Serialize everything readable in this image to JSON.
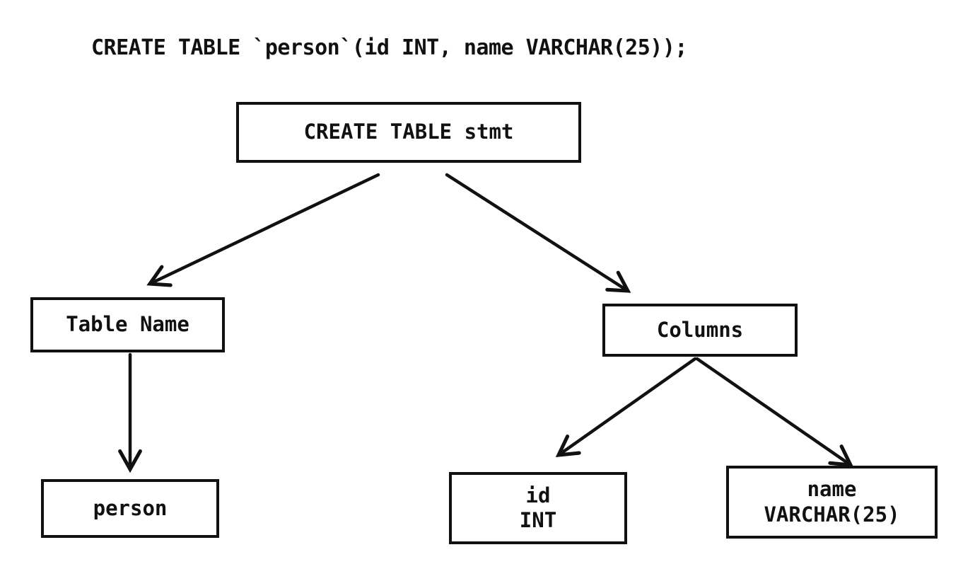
{
  "page": {
    "background_color": "#ffffff",
    "stroke_color": "#111111",
    "text_color": "#111111"
  },
  "header": {
    "sql_statement": "CREATE TABLE `person`(id INT, name VARCHAR(25));"
  },
  "diagram": {
    "type": "parse-tree",
    "nodes": [
      {
        "id": "create-table-stmt",
        "label": "CREATE TABLE stmt"
      },
      {
        "id": "table-name",
        "label": "Table Name"
      },
      {
        "id": "columns",
        "label": "Columns"
      },
      {
        "id": "person",
        "label": "person"
      },
      {
        "id": "id-int",
        "label": "id\nINT"
      },
      {
        "id": "name-varchar",
        "label": "name\nVARCHAR(25)"
      }
    ],
    "edges": [
      {
        "from": "create-table-stmt",
        "to": "table-name"
      },
      {
        "from": "create-table-stmt",
        "to": "columns"
      },
      {
        "from": "table-name",
        "to": "person"
      },
      {
        "from": "columns",
        "to": "id-int"
      },
      {
        "from": "columns",
        "to": "name-varchar"
      }
    ]
  }
}
